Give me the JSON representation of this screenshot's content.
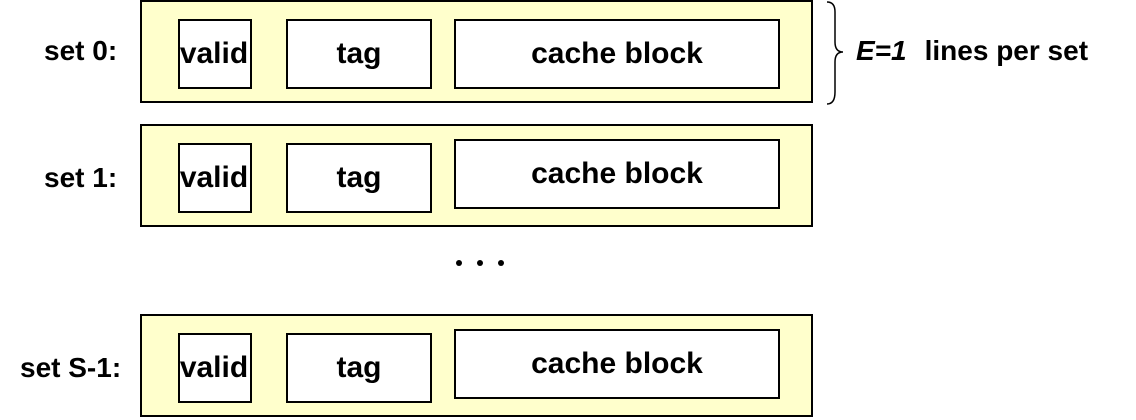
{
  "colors": {
    "set_fill": "#ffffcc",
    "stroke": "#000000",
    "text": "#000000"
  },
  "sets": [
    {
      "label": "set 0:",
      "valid": "valid",
      "tag": "tag",
      "block": "cache block"
    },
    {
      "label": "set 1:",
      "valid": "valid",
      "tag": "tag",
      "block": "cache block"
    },
    {
      "label": "set S-1:",
      "valid": "valid",
      "tag": "tag",
      "block": "cache block"
    }
  ],
  "ellipsis": "• • •",
  "annotation": {
    "e_value": "E=1",
    "text": "lines per set"
  }
}
